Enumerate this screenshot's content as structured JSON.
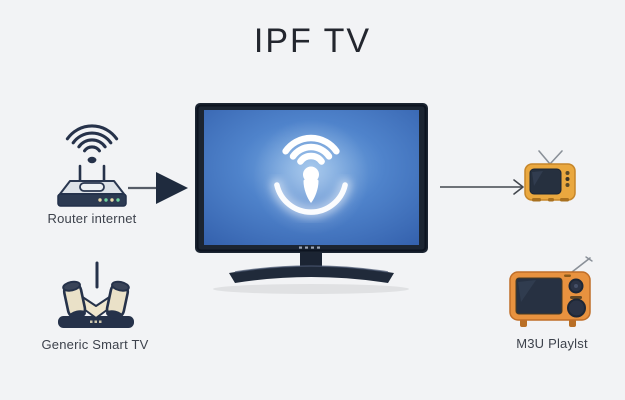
{
  "title": "IPF TV",
  "diagram": {
    "router": {
      "label": "Router internet",
      "icon": "wifi-router-icon"
    },
    "generic_smart_tv": {
      "label": "Generic Smart TV",
      "icon": "smart-tv-scroll-icon"
    },
    "central_tv": {
      "icon": "tv-wifi-hotspot-icon"
    },
    "small_retro_tv": {
      "icon": "retro-tv-small-icon"
    },
    "m3u_playlist": {
      "label": "M3U Playlst",
      "icon": "retro-tv-large-icon"
    },
    "connectors": {
      "left_arrow": "solid-arrow-right-icon",
      "right_arrow": "thin-arrow-right-icon"
    }
  },
  "colors": {
    "background": "#f2f3f5",
    "navy_ink": "#26324a",
    "tv_bezel": "#1c2532",
    "screen_blue": "#4f83cb",
    "screen_blue_deep": "#3562ae",
    "screen_blue_light": "#7fb0e4",
    "logo_white": "#ffffff",
    "retro_tv_orange": "#e8923f",
    "retro_tv_orange_small": "#eaa83f",
    "scroll_cream": "#eae1c8",
    "router_shell_gray": "#dde2e8",
    "title_text": "#23262e",
    "label_text": "#3d424c"
  }
}
